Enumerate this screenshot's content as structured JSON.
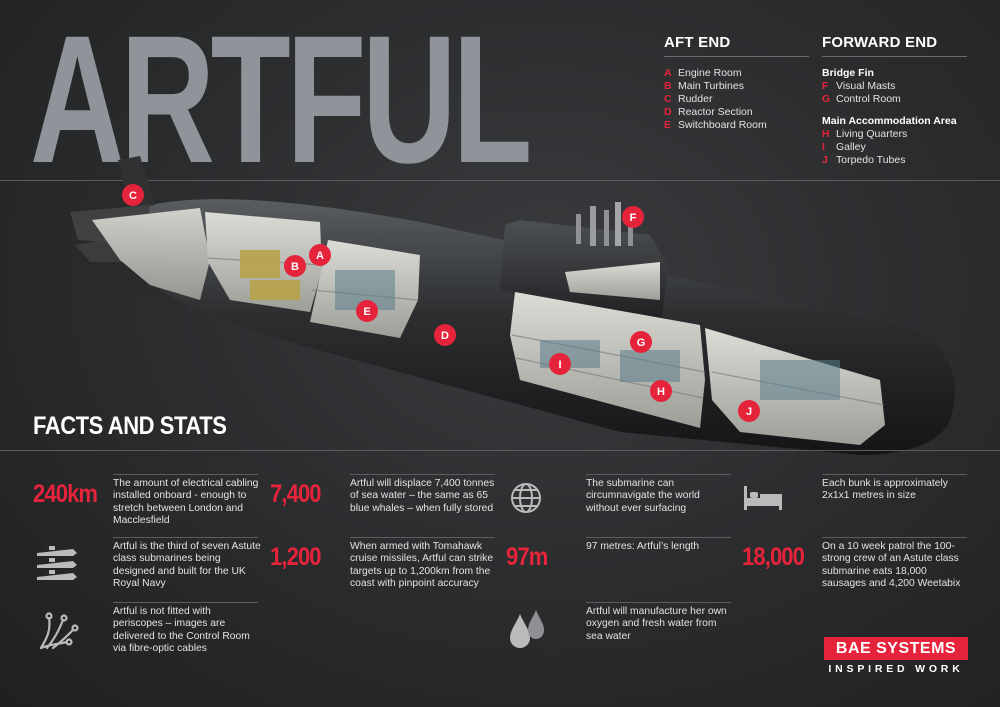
{
  "title": "ARTFUL",
  "aft_end": {
    "heading": "AFT END",
    "items": [
      {
        "letter": "A",
        "label": "Engine Room"
      },
      {
        "letter": "B",
        "label": "Main Turbines"
      },
      {
        "letter": "C",
        "label": "Rudder"
      },
      {
        "letter": "D",
        "label": "Reactor Section"
      },
      {
        "letter": "E",
        "label": "Switchboard Room"
      }
    ]
  },
  "forward_end": {
    "heading": "FORWARD END",
    "bridge_fin": {
      "heading": "Bridge Fin",
      "items": [
        {
          "letter": "F",
          "label": "Visual Masts"
        },
        {
          "letter": "G",
          "label": "Control Room"
        }
      ]
    },
    "accommodation": {
      "heading": "Main Accommodation Area",
      "items": [
        {
          "letter": "H",
          "label": "Living Quarters"
        },
        {
          "letter": "I",
          "label": "Galley"
        },
        {
          "letter": "J",
          "label": "Torpedo Tubes"
        }
      ]
    }
  },
  "markers": {
    "A": "A",
    "B": "B",
    "C": "C",
    "D": "D",
    "E": "E",
    "F": "F",
    "G": "G",
    "H": "H",
    "I": "I",
    "J": "J"
  },
  "facts_title": "FACTS AND STATS",
  "facts": [
    {
      "big": "240km",
      "text": "The amount of electrical cabling installed onboard - enough to stretch between London and Macclesfield"
    },
    {
      "icon": "submarines-icon",
      "text": "Artful is the third of seven Astute class submarines being designed and built for the UK Royal Navy"
    },
    {
      "icon": "fibre-optic-cables-icon",
      "text": "Artful is not fitted with periscopes – images are delivered to the Control Room via fibre-optic cables"
    },
    {
      "big": "7,400",
      "text": "Artful will displace 7,400 tonnes of sea water – the same as 65 blue whales – when fully stored"
    },
    {
      "big": "1,200",
      "text": "When armed with Tomahawk cruise missiles, Artful can strike targets up to 1,200km from the coast with pinpoint accuracy"
    },
    {
      "icon": "globe-icon",
      "text": "The submarine can circumnavigate the world without ever surfacing"
    },
    {
      "big": "97m",
      "text": "97 metres: Artful’s length"
    },
    {
      "icon": "water-drops-icon",
      "text": "Artful will manufacture her own oxygen and fresh water from sea water"
    },
    {
      "icon": "bed-icon",
      "text": "Each bunk is approximately 2x1x1 metres in size"
    },
    {
      "big": "18,000",
      "text": "On a 10 week patrol the 100-strong crew of an Astute class submarine eats 18,000 sausages and 4,200 Weetabix"
    }
  ],
  "brand": {
    "logo": "BAE SYSTEMS",
    "tagline": "INSPIRED WORK"
  },
  "colors": {
    "accent": "#e5243b",
    "title_grey": "#8e9499",
    "background": "#2b2c2e"
  }
}
